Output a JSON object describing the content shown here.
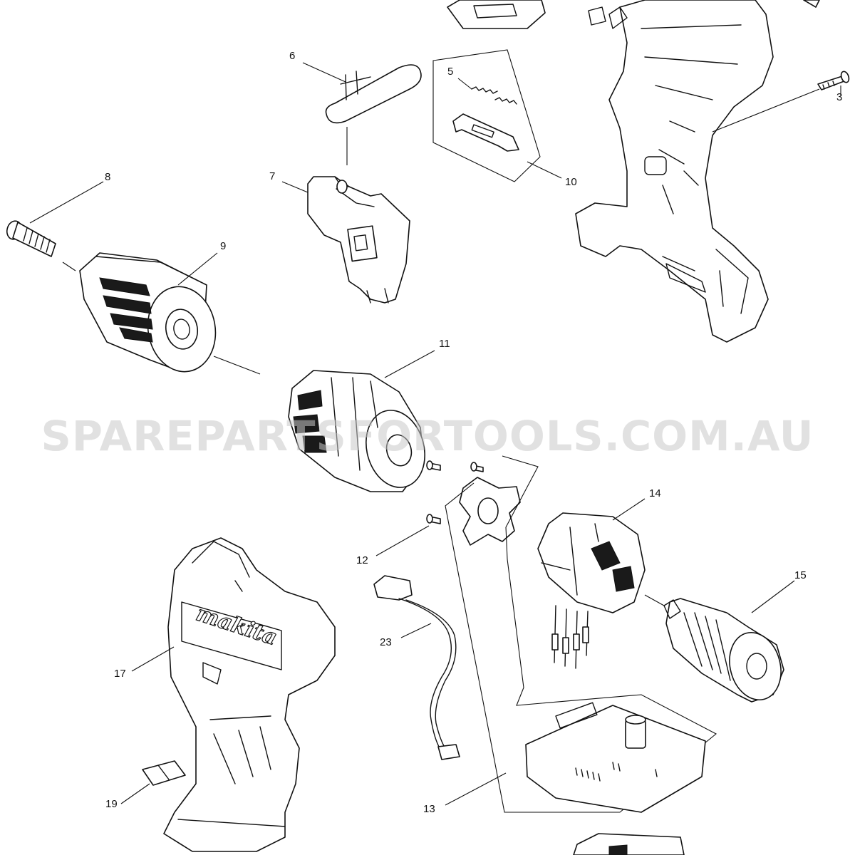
{
  "watermark": "SPAREPARTSFORTOOLS.COM.AU",
  "brand_logo": "makita",
  "part_labels": {
    "p3": "3",
    "p5": "5",
    "p6": "6",
    "p7": "7",
    "p8": "8",
    "p9": "9",
    "p10": "10",
    "p11": "11",
    "p12": "12",
    "p13": "13",
    "p14": "14",
    "p15": "15",
    "p17": "17",
    "p19": "19",
    "p23": "23"
  }
}
